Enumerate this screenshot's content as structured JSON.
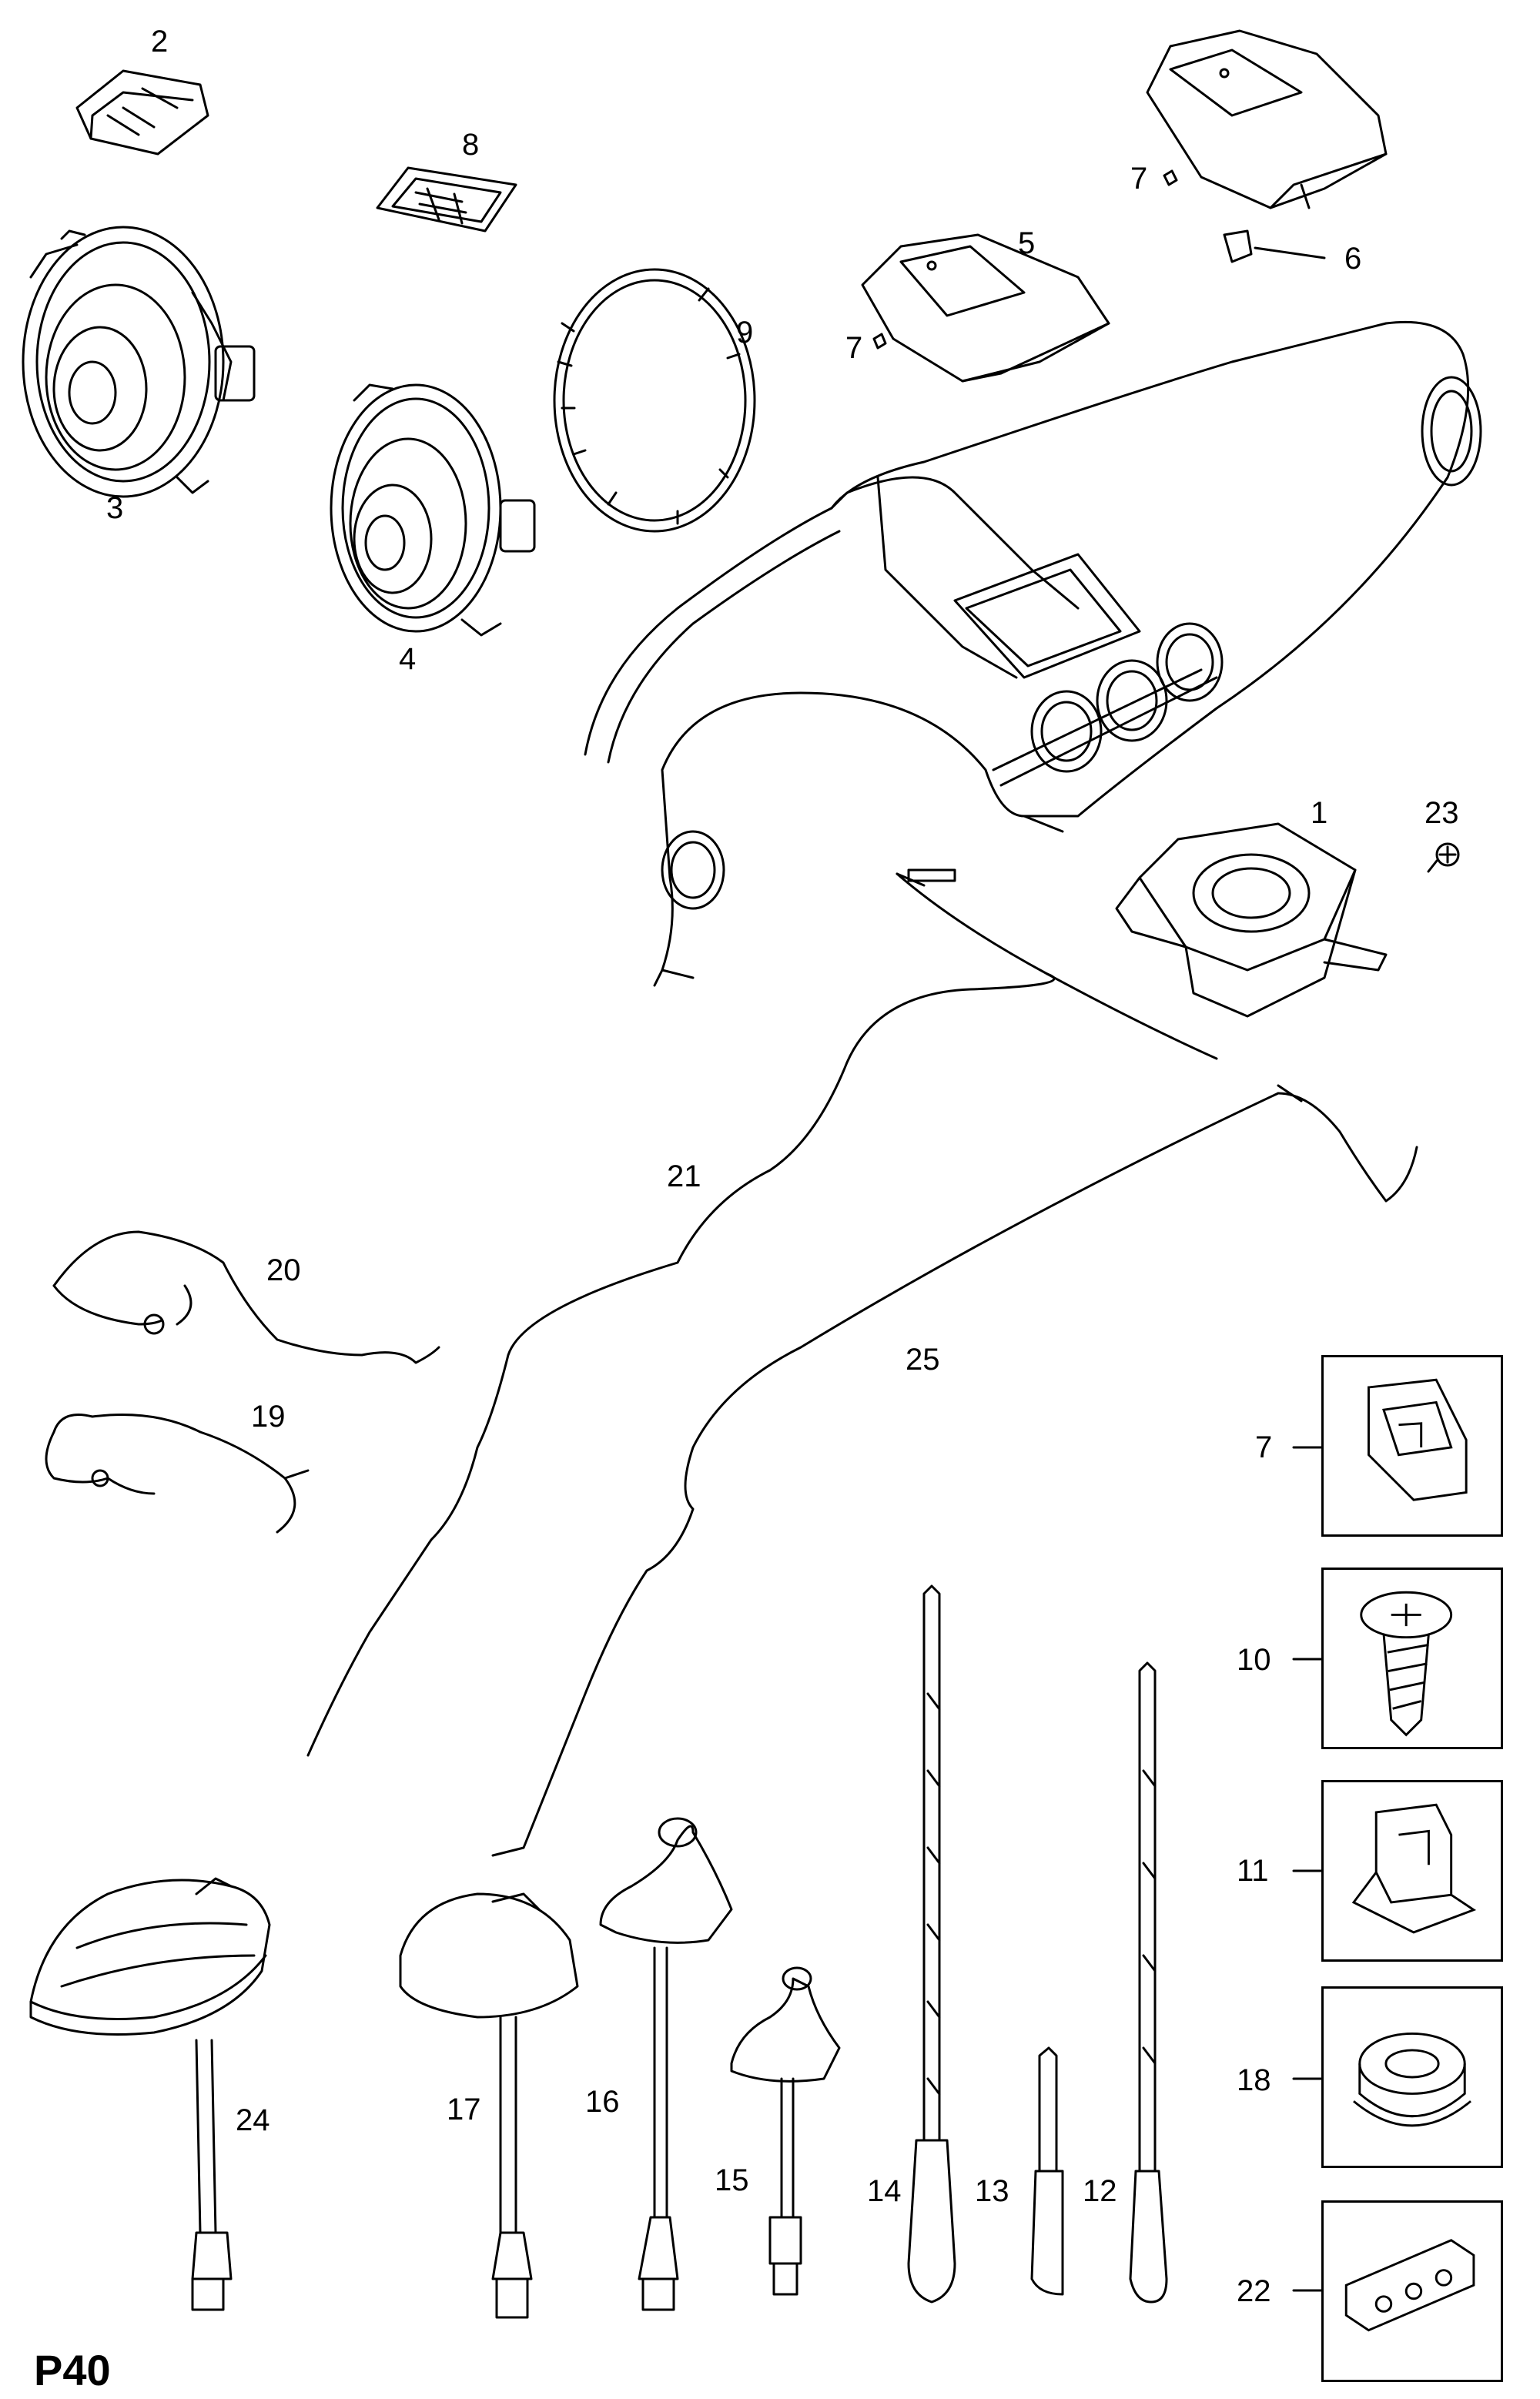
{
  "diagram_code": "P40",
  "callouts": {
    "p1": "1",
    "p2": "2",
    "p3": "3",
    "p4": "4",
    "p5": "5",
    "p6": "6",
    "p7a": "7",
    "p7b": "7",
    "p7c": "7",
    "p8": "8",
    "p9": "9",
    "p10": "10",
    "p11": "11",
    "p12": "12",
    "p13": "13",
    "p14": "14",
    "p15": "15",
    "p16": "16",
    "p17": "17",
    "p18": "18",
    "p19": "19",
    "p20": "20",
    "p21": "21",
    "p22": "22",
    "p23": "23",
    "p24": "24",
    "p25": "25"
  }
}
